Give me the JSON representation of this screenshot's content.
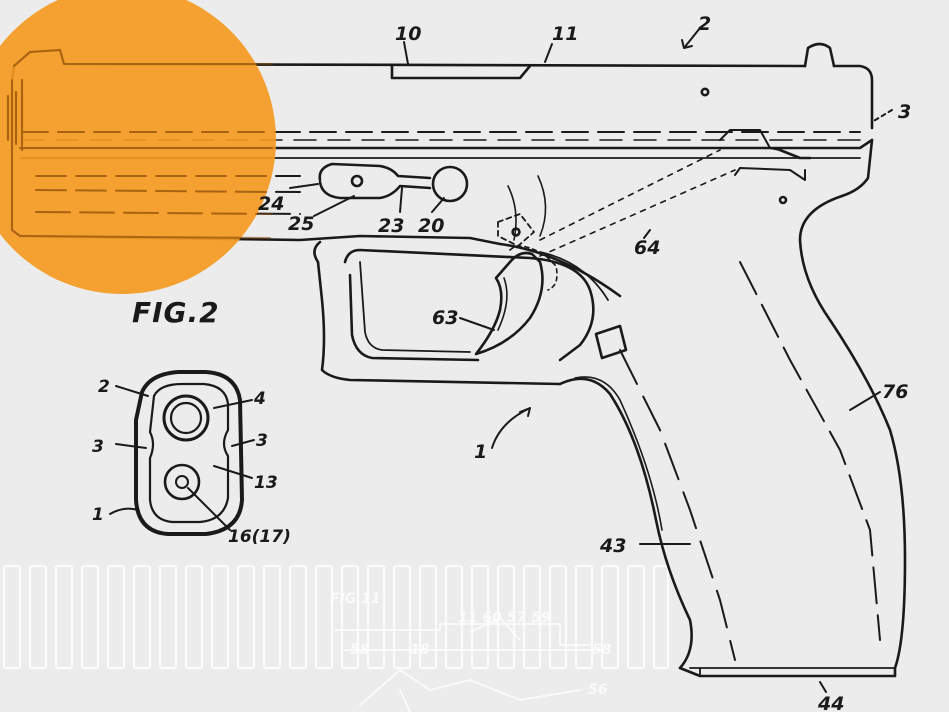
{
  "colors": {
    "background": "#ececec",
    "ink": "#1a1a1a",
    "accent_circle": "#f49a22",
    "ghost_overlay": "#ffffff"
  },
  "figure": {
    "title": "FIG.2",
    "labels": {
      "l10": "10",
      "l11": "11",
      "l2_top": "2",
      "l3_right": "3",
      "l24": "24",
      "l25": "25",
      "l23": "23",
      "l20": "20",
      "l64": "64",
      "l63": "63",
      "l1_main": "1",
      "l76": "76",
      "l43": "43",
      "l44": "44"
    }
  },
  "detail": {
    "labels": {
      "d2": "2",
      "d4": "4",
      "d3_left": "3",
      "d3_right": "3",
      "d13": "13",
      "d1": "1",
      "d16": "16(17)"
    }
  },
  "ghost_overlay": {
    "title": "FIG 11",
    "labels": {
      "g1": "11 60 57 59",
      "g2": "58",
      "g3": "18",
      "g4": "58",
      "g5": "56"
    }
  }
}
